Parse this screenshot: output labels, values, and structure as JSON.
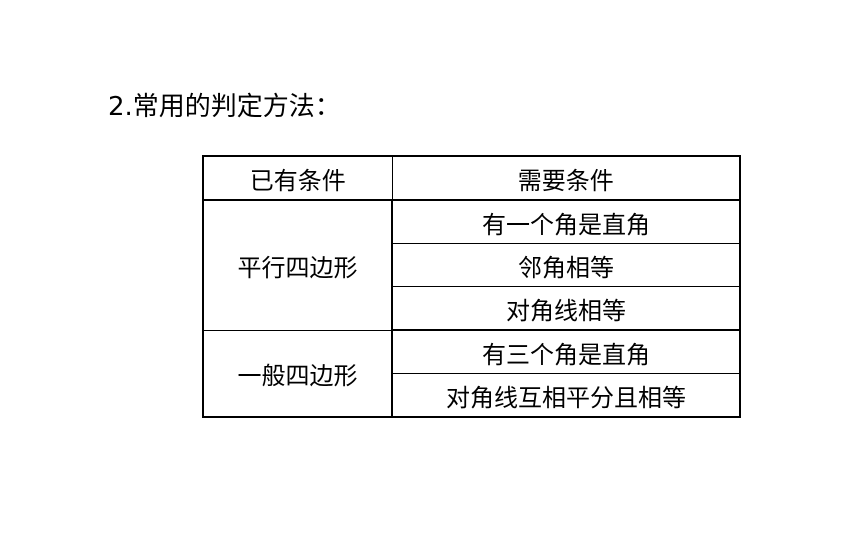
{
  "heading": "2.常用的判定方法：",
  "table": {
    "headers": [
      "已有条件",
      "需要条件"
    ],
    "groups": [
      {
        "given": "平行四边形",
        "conditions": [
          "有一个角是直角",
          "邻角相等",
          "对角线相等"
        ]
      },
      {
        "given": "一般四边形",
        "conditions": [
          "有三个角是直角",
          "对角线互相平分且相等"
        ]
      }
    ]
  }
}
